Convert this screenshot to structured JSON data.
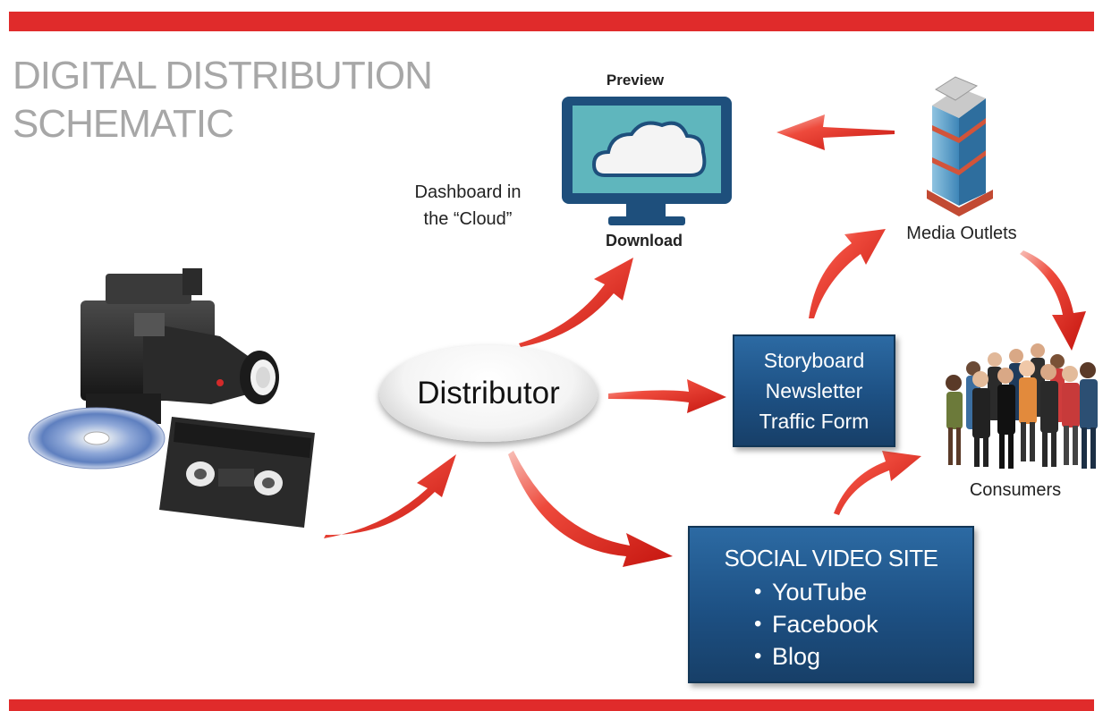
{
  "title": {
    "line1": "DIGITAL DISTRIBUTION",
    "line2": "SCHEMATIC"
  },
  "labels": {
    "preview": "Preview",
    "download": "Download",
    "dashboard_line1": "Dashboard in",
    "dashboard_line2": "the “Cloud”",
    "media_outlets": "Media Outlets",
    "consumers": "Consumers"
  },
  "distributor": "Distributor",
  "storyboard_box": {
    "line1": "Storyboard",
    "line2": "Newsletter",
    "line3": "Traffic Form"
  },
  "social_box": {
    "heading": "SOCIAL VIDEO SITE",
    "items": [
      "YouTube",
      "Facebook",
      "Blog"
    ]
  },
  "colors": {
    "accent_bar": "#e02b2b",
    "arrow": "#e5322d",
    "box_blue": "#1d5083",
    "title_gray": "#a7a7a7",
    "monitor": "#1e4f7c",
    "screen": "#5fb6bd"
  },
  "icons": [
    "video-camera-icon",
    "dvd-disc-icon",
    "video-cassette-icon",
    "monitor-cloud-icon",
    "office-building-icon",
    "people-group-icon"
  ]
}
